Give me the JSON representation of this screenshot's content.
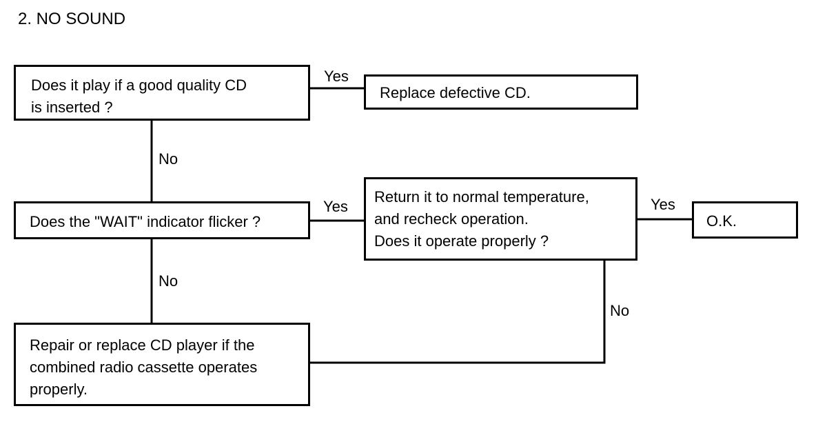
{
  "title": "2.  NO SOUND",
  "nodes": {
    "q_good_cd": [
      "Does it play if a good quality CD",
      "is inserted ?"
    ],
    "replace_cd": [
      "Replace defective CD."
    ],
    "q_wait": [
      "Does the \"WAIT\" indicator flicker ?"
    ],
    "q_temp": [
      "Return it to normal temperature,",
      "and recheck operation.",
      "Does it operate properly ?"
    ],
    "ok": [
      "O.K."
    ],
    "repair": [
      "Repair or replace CD player if the",
      "combined radio cassette operates",
      "properly."
    ]
  },
  "edges": {
    "yes_label": "Yes",
    "no_label": "No"
  }
}
